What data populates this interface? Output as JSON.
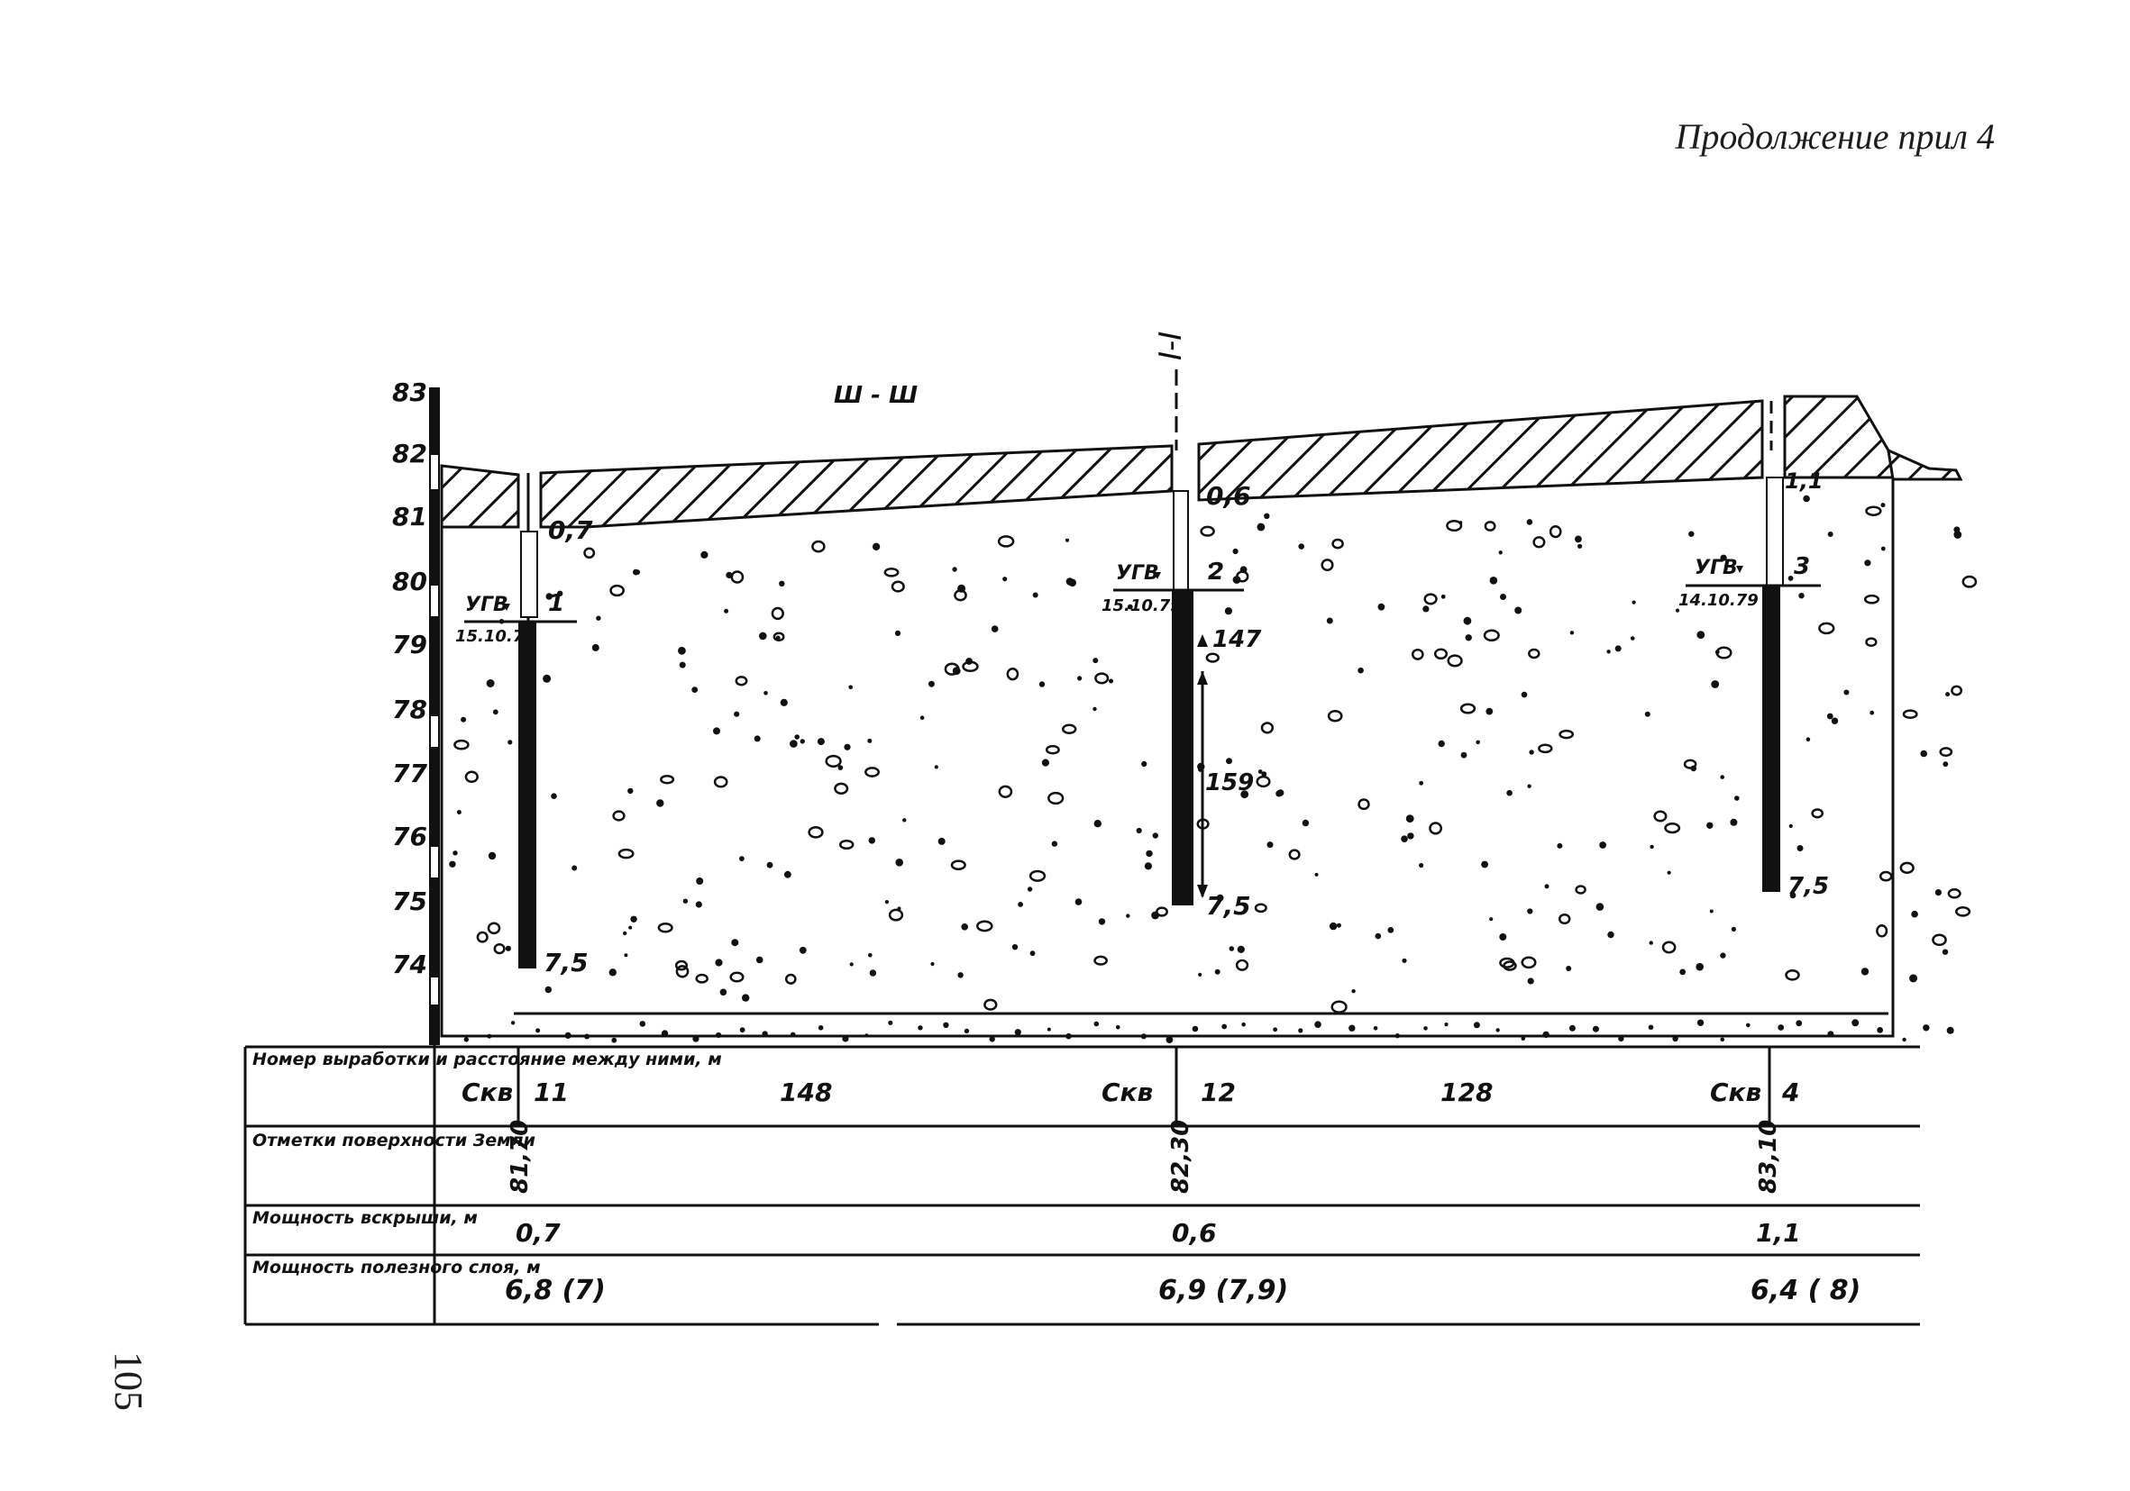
{
  "header": {
    "title": "Продолжение прил  4"
  },
  "page_number": "105",
  "profile": {
    "section_left": "Ш - Ш",
    "section_mid": "I-I",
    "elevation_labels": [
      "83",
      "82",
      "81",
      "80",
      "79",
      "78",
      "77",
      "76",
      "75",
      "74"
    ],
    "wells": [
      {
        "number": "1",
        "water_label": "УГВ",
        "water_date": "15.10.79",
        "overburden": "0,7",
        "depth": "7,5"
      },
      {
        "number": "2",
        "water_label": "УГВ",
        "water_date": "15.10.79",
        "overburden": "0,6",
        "depth": "7,5",
        "marker_1": "147",
        "marker_2": "159"
      },
      {
        "number": "3",
        "water_label": "УГВ",
        "water_date": "14.10.79",
        "overburden": "1,1",
        "depth": "7,5"
      }
    ]
  },
  "table": {
    "rows": {
      "row1_header": "Номер выработки и расстояние между ними, м",
      "row2_header": "Отметки поверхности Земли",
      "row3_header": "Мощность вскрыши, м",
      "row4_header": "Мощность полезного слоя, м"
    },
    "row1": {
      "w1_type": "Скв",
      "w1_num": "11",
      "dist_1": "148",
      "w2_type": "Скв",
      "w2_num": "12",
      "dist_2": "128",
      "w3_type": "Скв",
      "w3_num": "4"
    },
    "row2": {
      "w1": "81,70",
      "w2": "82,30",
      "w3": "83,10"
    },
    "row3": {
      "w1": "0,7",
      "w2": "0,6",
      "w3": "1,1"
    },
    "row4": {
      "w1": "6,8 (7)",
      "w2": "6,9 (7,9)",
      "w3": "6,4 ( 8)"
    }
  }
}
